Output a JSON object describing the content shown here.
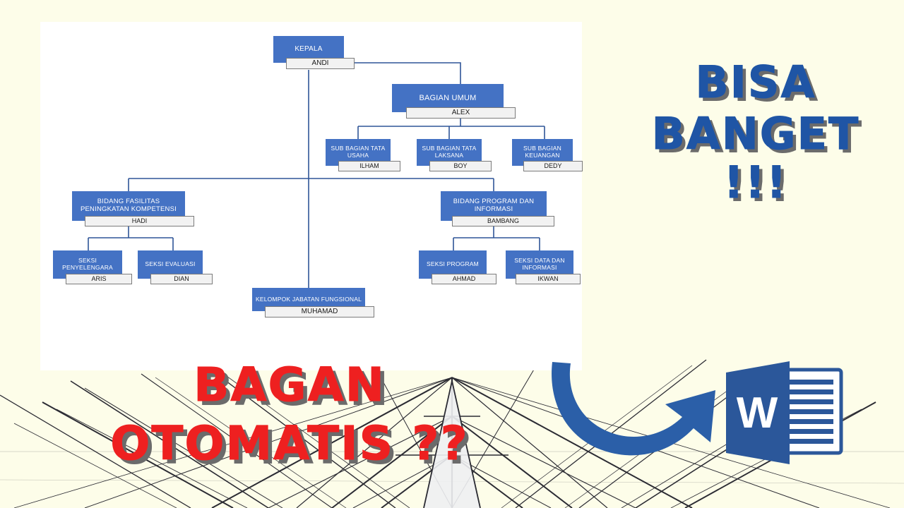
{
  "background": {
    "canvas_color": "#fdfde9",
    "panel_color": "#ffffff",
    "line_art_name": "architectural-perspective-lines"
  },
  "palette": {
    "box_blue": "#4472c4",
    "connector_blue": "#2f5597",
    "name_box_fill": "#f2f2f2",
    "headline_blue": "#1f55a5",
    "headline_red": "#ee2020",
    "shadow_gray": "#6b6b6b",
    "word_blue": "#2b579a"
  },
  "headline_right": {
    "line1": "BISA",
    "line2": "BANGET",
    "line3": "!!!"
  },
  "headline_bottom": {
    "line1": "BAGAN",
    "line2": "OTOMATIS ??"
  },
  "word_icon": {
    "letter": "W",
    "label": "microsoft-word-icon"
  },
  "arrow": {
    "label": "curved-arrow-icon",
    "direction": "up-right"
  },
  "org_chart": {
    "title": "organization-chart",
    "nodes": [
      {
        "id": "kepala",
        "title": "KEPALA",
        "name": "ANDI"
      },
      {
        "id": "bagian-umum",
        "title": "BAGIAN UMUM",
        "name": "ALEX"
      },
      {
        "id": "sbtu",
        "title": "SUB BAGIAN TATA USAHA",
        "name": "ILHAM"
      },
      {
        "id": "sbtl",
        "title": "SUB BAGIAN TATA LAKSANA",
        "name": "BOY"
      },
      {
        "id": "sbk",
        "title": "SUB BAGIAN KEUANGAN",
        "name": "DEDY"
      },
      {
        "id": "bfpk",
        "title": "BIDANG FASILITAS PENINGKATAN KOMPETENSI",
        "name": "HADI"
      },
      {
        "id": "seksi-peny",
        "title": "SEKSI PENYELENGARA",
        "name": "ARIS"
      },
      {
        "id": "seksi-eval",
        "title": "SEKSI EVALUASI",
        "name": "DIAN"
      },
      {
        "id": "bpi",
        "title": "BIDANG PROGRAM DAN INFORMASI",
        "name": "BAMBANG"
      },
      {
        "id": "seksi-prog",
        "title": "SEKSI PROGRAM",
        "name": "AHMAD"
      },
      {
        "id": "seksi-data",
        "title": "SEKSI DATA DAN INFORMASI",
        "name": "IKWAN"
      },
      {
        "id": "kjf",
        "title": "KELOMPOK JABATAN FUNGSIONAL",
        "name": "MUHAMAD"
      }
    ]
  }
}
